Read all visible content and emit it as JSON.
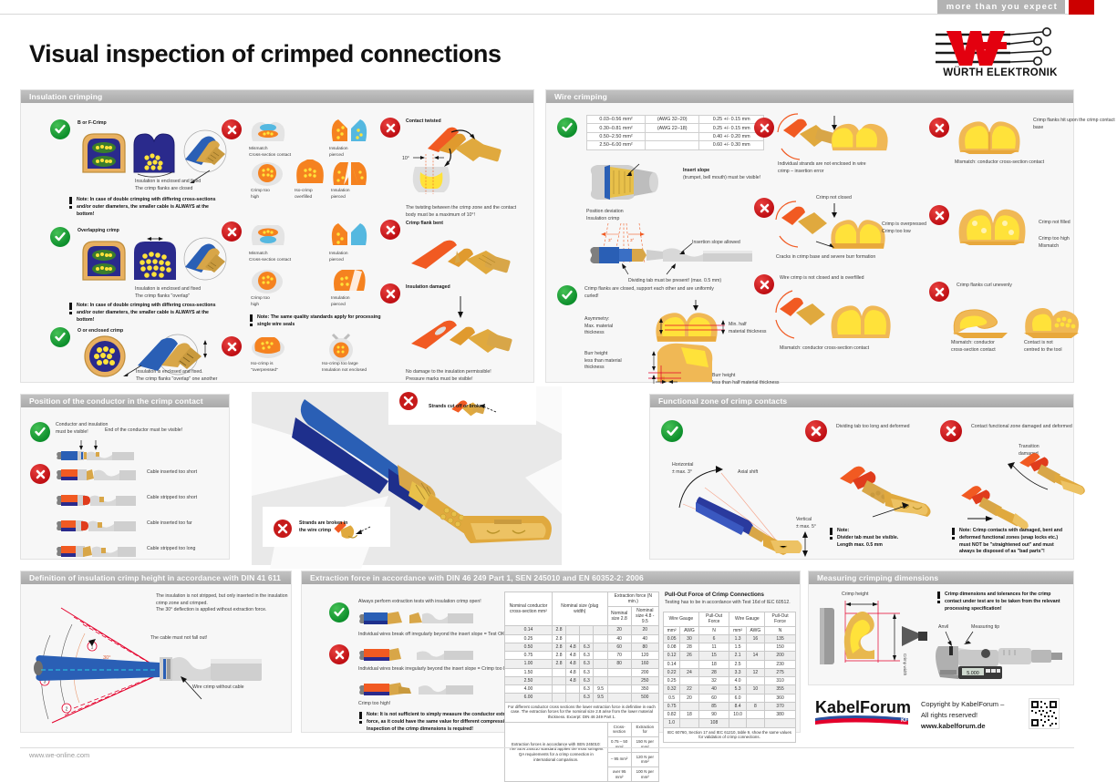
{
  "meta": {
    "tagline": "more than you expect",
    "title": "Visual inspection of crimped connections",
    "brand_name": "WÜRTH ELEKTRONIK",
    "brand_mark": "WE",
    "footer_url": "www.we-online.com"
  },
  "panels": {
    "insulation_crimping": {
      "title": "Insulation crimping",
      "ok_items": [
        {
          "heading": "B or F-Crimp",
          "caption": "Insulation is enclosed and fixed\nThe crimp flanks are closed",
          "note": "Note: In case of double crimping with differing cross-sections and/or outer diameters, the smaller cable is ALWAYS at the bottom!"
        },
        {
          "heading": "Overlapping crimp",
          "caption": "Insulation is enclosed and fixed\nThe crimp flanks \"overlap\"",
          "note": "Note: In case of double crimping with differing cross-sections and/or outer diameters, the smaller cable is ALWAYS at the bottom!"
        },
        {
          "heading": "O or enclosed crimp",
          "caption": "Insulation is enclosed and fixed.\nThe crimp flanks \"overlap\" one another"
        }
      ],
      "bad_group_1": {
        "labels": [
          "Mismatch\nCross-section contact",
          "Insulation\npierced",
          "Crimp too\nhigh",
          "Iso-crimp\noverfilled",
          "Insulation\npierced"
        ]
      },
      "bad_group_2": {
        "labels": [
          "Mismatch\nCross-section contact",
          "Insulation\npierced",
          "Crimp too\nhigh",
          "Insulation\npierced"
        ],
        "note": "Note: The same quality standards apply for processing single wire seals"
      },
      "bad_group_3": {
        "labels": [
          "Iso-crimp is\n\"overpressed\"",
          "Iso-crimp too large\nInsulation not enclosed"
        ]
      },
      "bad_column": [
        {
          "heading": "Contact twisted",
          "angle_label": "10°",
          "caption": "The twisting between the crimp zone and the contact body must be a maximum of 10°!"
        },
        {
          "heading": "Crimp flank bent"
        },
        {
          "heading": "Insulation damaged",
          "caption": "No damage to the insulation permissible!\nPressure marks must be visible!"
        }
      ]
    },
    "wire_crimping": {
      "title": "Wire crimping",
      "spec_table": {
        "rows": [
          [
            "0.03–0.56 mm²",
            "(AWG 32–20)",
            "0.25 +/- 0.15 mm"
          ],
          [
            "0.30–0.81 mm²",
            "(AWG 22–18)",
            "0.25 +/- 0.15 mm"
          ],
          [
            "0.50–2.50 mm²",
            "",
            "0.40 +/- 0.20 mm"
          ],
          [
            "2.50–6.00 mm²",
            "",
            "0.60 +/- 0.30 mm"
          ]
        ]
      },
      "insert_slope": {
        "heading": "Insert slope",
        "sub": "(trumpet, bell mouth) must be visible!"
      },
      "position_deviation": {
        "label": "Position deviation\nInsulation crimp",
        "angles": [
          "3°",
          "3°"
        ],
        "slope_label": "Insertion slope allowed",
        "dividing_tab": "Dividing tab must be present! (max. 0.5 mm)"
      },
      "ok_flanks": {
        "caption": "Crimp flanks are closed, support each other and are uniformly curled!",
        "asymmetry": "Asymmetry:\nMax. material\nthickness",
        "min_half": "Min. half\nmaterial thickness",
        "burr_left": "Burr height\nless than material\nthickness",
        "burr_right": "Burr height\nless than half material thickness"
      },
      "bad_column_a": [
        {
          "caption": "Individual strands are not enclosed in wire crimp – insertion error"
        },
        {
          "caption": "Cracks in crimp base and severe burr formation",
          "call1": "Crimp not closed",
          "call2": "Crimp is overpressed\nCrimp too low"
        },
        {
          "caption": "Wire crimp is not closed and is overfilled",
          "sub": "Mismatch: conductor cross-section contact"
        }
      ],
      "bad_column_b": [
        {
          "caption": "Crimp flanks hit upon the crimp contact base",
          "sub": "Mismatch: conductor cross-section contact"
        },
        {
          "caption": "Crimp not filled",
          "caption2": "Crimp too high\nMismatch"
        },
        {
          "caption": "Crimp flanks curl unevenly",
          "sub1": "Mismatch: conductor\ncross-section contact",
          "sub2": "Contact is not\ncentred to the tool"
        }
      ]
    },
    "position_conductor": {
      "title": "Position of the conductor in the crimp contact",
      "ok_labels": [
        "Conductor and insulation\nmust be visible!",
        "End of the conductor must be visible!"
      ],
      "bad_labels": [
        "Cable inserted too short",
        "Cable stripped too short",
        "Cable inserted too far",
        "Cable stripped too long"
      ]
    },
    "center_callouts": [
      {
        "text": "Strands cut off or broken"
      },
      {
        "text": "Strands are broken in\nthe wire crimp"
      }
    ],
    "functional_zone": {
      "title": "Functional zone of crimp contacts",
      "ok": {
        "horizontal": "Horizontal\n± max. 3°",
        "axial": "Axial shift",
        "vertical": "Vertical\n± max. 5°"
      },
      "bad1": {
        "heading": "Dividing tab too long and deformed",
        "note": "Note:\nDivider tab must be visible.\nLength max. 0.5 mm"
      },
      "bad2": {
        "heading": "Contact functional zone damaged and deformed",
        "transition": "Transition\ndamaged",
        "note": "Note: Crimp contacts with damaged, bent and deformed functional zones (snap locks etc.) must NOT be \"straightened out\" and must always be disposed of as \"bad parts\"!"
      }
    },
    "insulation_crimp_height": {
      "title": "Definition of insulation crimp height in accordance with DIN 41 611 Part 3",
      "text": "The insulation is not stripped, but only inserted in the insulation crimp zone and crimped.\nThe 30° deflection is applied without extraction force.",
      "angle": "30°",
      "cable_note": "The cable must not fall out!",
      "wire_crimp_note": "Wire crimp without cable",
      "markers": [
        "1",
        "2",
        "3"
      ]
    },
    "extraction_force": {
      "title": "Extraction force in accordance with DIN 46 249 Part 1, SEN 245010 and EN 60352-2: 2006",
      "ok_caption": "Always perform extraction tests with insulation crimp open!",
      "ok_sub": "Individual wires break off irregularly beyond the insert slope = Test OK!",
      "bad_sub1": "Individual wires break irregularly beyond the insert slope = Crimp too low!",
      "bad_sub2": "Crimp too high!",
      "note": "Note: It is not sufficient to simply measure the conductor extraction force, as it could have the same value for different compression levels! Inspection of the crimp dimensions is required!"
    },
    "pull_out": {
      "heading": "Pull-Out Force of Crimp Connections",
      "sub": "Testing has to be in accordance with Test 16d of IEC 60512.",
      "footnote": "IEC 60760, Section 17 and IEC 61210, table 9, show the same values for validation of crimp connections."
    },
    "measuring": {
      "title": "Measuring crimping dimensions",
      "crimp_height": "Crimp height",
      "crimp_width": "Crimp width",
      "anvil": "Anvil",
      "measuring_tip": "Measuring tip",
      "micrometer_display": "5.000",
      "note": "Crimp dimensions and tolerances for the crimp contact under test are to be taken from the relevant processing specification!"
    },
    "copyright": {
      "brand": "KabelForum",
      "line1": "Copyright by KabelForum –",
      "line2": "All rights reserved!",
      "line3": "www.kabelforum.de"
    }
  },
  "chart_data": [
    {
      "type": "table",
      "title": "Extraction force in accordance with DIN 46 249 Part 1",
      "columns": [
        "Nominal conductor cross-section mm²",
        "Nominal size (plug width)",
        "Extraction force (N min.) Nominal size 2.8",
        "Extraction force (N min.) Nominal size 4.8 - 9.5"
      ],
      "header_groups": [
        {
          "label": "Nominal conductor cross-section mm²",
          "span": 1
        },
        {
          "label": "Nominal size (plug width)",
          "span": 4
        },
        {
          "label": "Extraction force (N min.)",
          "span": 2
        }
      ],
      "sub_headers": [
        "Nominal size 2.8",
        "Nominal size 4.8 - 9.5"
      ],
      "rows": [
        [
          "0.14",
          "2.8",
          "",
          "",
          "",
          "20",
          "20"
        ],
        [
          "0.25",
          "2.8",
          "",
          "",
          "",
          "40",
          "40"
        ],
        [
          "0.50",
          "2.8",
          "4.8",
          "6.3",
          "",
          "60",
          "80"
        ],
        [
          "0.75",
          "2.8",
          "4.8",
          "6.3",
          "",
          "70",
          "120"
        ],
        [
          "1.00",
          "2.8",
          "4.8",
          "6.3",
          "",
          "80",
          "160"
        ],
        [
          "1.50",
          "",
          "4.8",
          "6.3",
          "",
          "",
          "200"
        ],
        [
          "2.50",
          "",
          "4.8",
          "6.3",
          "",
          "",
          "250"
        ],
        [
          "4.00",
          "",
          "",
          "6.3",
          "9.5",
          "",
          "350"
        ],
        [
          "6.00",
          "",
          "",
          "6.3",
          "9.5",
          "",
          "500"
        ]
      ],
      "footnote1": "For different conductor cross sections the lower extraction force is definitive in each case. The extraction forces for the nominal size 2.8 arise from the lower material thickness. Excerpt: DIN 46 249 Part 1.",
      "footnote2_label": "Extraction forces in accordance with SEN 245010: The SEN 245010 standard applies the most stringent QA requirements for a crimp connection in international comparison.",
      "footnote2_columns": [
        "Cross-section",
        "Extraction for"
      ],
      "footnote2_rows": [
        [
          "0.75 – 50 mm²",
          "150 N per mm²"
        ],
        [
          "– 95 mm²",
          "120 N per mm²"
        ],
        [
          "over 95 mm²",
          "100 N per mm²"
        ]
      ]
    },
    {
      "type": "table",
      "title": "Pull-Out Force of Crimp Connections",
      "header_groups": [
        {
          "label": "Wire Gauge",
          "span": 2
        },
        {
          "label": "Pull-Out Force",
          "span": 1
        },
        {
          "label": "Wire Gauge",
          "span": 2
        },
        {
          "label": "Pull-Out Force",
          "span": 1
        }
      ],
      "columns": [
        "mm²",
        "AWG",
        "N",
        "mm²",
        "AWG",
        "N"
      ],
      "rows": [
        [
          "0.05",
          "30",
          "6",
          "1.3",
          "16",
          "135"
        ],
        [
          "0.08",
          "28",
          "11",
          "1.5",
          "",
          "150"
        ],
        [
          "0.12",
          "26",
          "15",
          "2.1",
          "14",
          "200"
        ],
        [
          "0.14",
          "",
          "18",
          "2.5",
          "",
          "230"
        ],
        [
          "0.22",
          "24",
          "28",
          "3.3",
          "12",
          "275"
        ],
        [
          "0.25",
          "",
          "32",
          "4.0",
          "",
          "310"
        ],
        [
          "0.32",
          "22",
          "40",
          "5.3",
          "10",
          "355"
        ],
        [
          "0.5",
          "20",
          "60",
          "6.0",
          "",
          "360"
        ],
        [
          "0.75",
          "",
          "85",
          "8.4",
          "8",
          "370"
        ],
        [
          "0.82",
          "18",
          "90",
          "10.0",
          "",
          "380"
        ],
        [
          "1.0",
          "",
          "108",
          "",
          "",
          ""
        ]
      ]
    }
  ]
}
